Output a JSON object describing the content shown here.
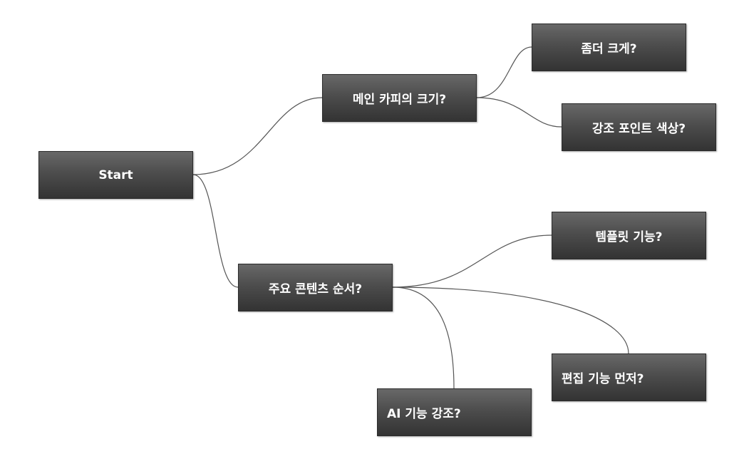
{
  "diagram": {
    "nodes": [
      {
        "id": "start",
        "label": "Start"
      },
      {
        "id": "main-copy",
        "label": "메인 카피의 크기?"
      },
      {
        "id": "bigger",
        "label": "좀더 크게?"
      },
      {
        "id": "accent",
        "label": "강조 포인트 색상?"
      },
      {
        "id": "order",
        "label": "주요 콘텐츠 순서?"
      },
      {
        "id": "template",
        "label": "템플릿 기능?"
      },
      {
        "id": "edit",
        "label": "편집 기능 먼저?"
      },
      {
        "id": "ai",
        "label": "AI 기능 강조?"
      }
    ],
    "edges": [
      {
        "from": "start",
        "to": "main-copy"
      },
      {
        "from": "start",
        "to": "order"
      },
      {
        "from": "main-copy",
        "to": "bigger"
      },
      {
        "from": "main-copy",
        "to": "accent"
      },
      {
        "from": "order",
        "to": "template"
      },
      {
        "from": "order",
        "to": "edit"
      },
      {
        "from": "order",
        "to": "ai"
      }
    ]
  }
}
